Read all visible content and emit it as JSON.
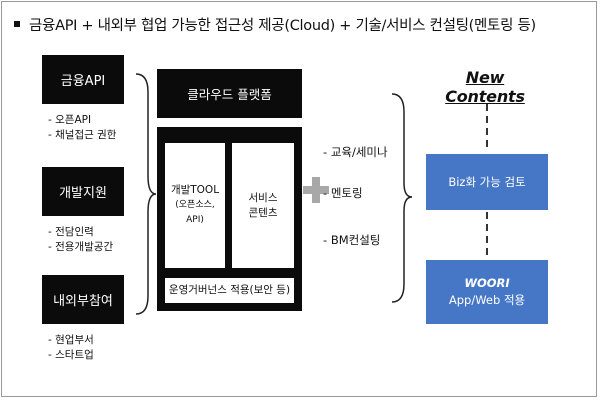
{
  "header": {
    "text": "금융API + 내외부 협업 가능한 접근성 제공(Cloud) + 기술/서비스 컨설팅(멘토링 등)"
  },
  "left_groups": [
    {
      "title": "금융API",
      "items": [
        "오픈API",
        "채널접근 권한"
      ]
    },
    {
      "title": "개발지원",
      "items": [
        "전담인력",
        "전용개발공간"
      ]
    },
    {
      "title": "내외부참여",
      "items": [
        "현업부서",
        "스타트업"
      ]
    }
  ],
  "platform": {
    "title": "클라우드 플랫폼",
    "dev_tool": {
      "title": "개발TOOL",
      "note": "(오픈소스, API)"
    },
    "service_contents": {
      "line1": "서비스",
      "line2": "콘텐츠"
    },
    "governance": "운영거버넌스 적용(보안 등)"
  },
  "middle_items": [
    "교육/세미나",
    "멘토링",
    "BM컨설팅"
  ],
  "new_contents": {
    "title": "New Contents",
    "review": "Biz화 가능 검토",
    "apply_line1": "WOORI",
    "apply_line2": "App/Web 적용"
  },
  "colors": {
    "block": "#0b0b0b",
    "accent_blue": "#4677c7",
    "plus_gray": "#a8a8a8"
  }
}
